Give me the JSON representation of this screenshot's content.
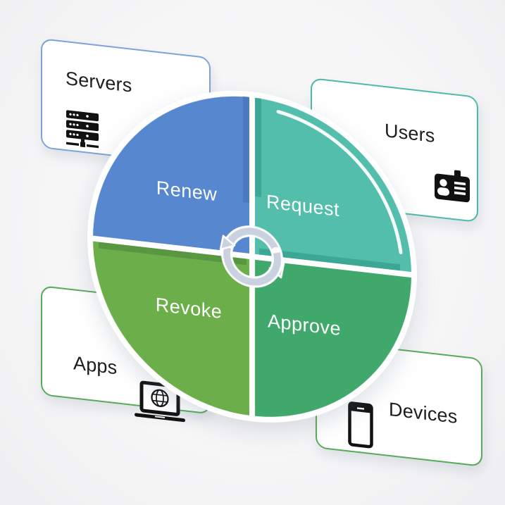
{
  "diagram": {
    "type": "cycle",
    "center_icon": "refresh-arrows-icon",
    "quadrants": [
      {
        "label": "Renew",
        "color": "#5687cf",
        "position": "top-left"
      },
      {
        "label": "Request",
        "color": "#53beab",
        "position": "top-right"
      },
      {
        "label": "Revoke",
        "color": "#6cae49",
        "position": "bottom-left"
      },
      {
        "label": "Approve",
        "color": "#41a86c",
        "position": "bottom-right"
      }
    ]
  },
  "cards": {
    "servers": {
      "label": "Servers",
      "icon": "server-rack-icon",
      "accent": "#7ba4d9"
    },
    "users": {
      "label": "Users",
      "icon": "id-badge-icon",
      "accent": "#4eb9a6"
    },
    "apps": {
      "label": "Apps",
      "icon": "laptop-globe-icon",
      "accent": "#55ab57"
    },
    "devices": {
      "label": "Devices",
      "icon": "smartphone-icon",
      "accent": "#55ab57"
    }
  }
}
